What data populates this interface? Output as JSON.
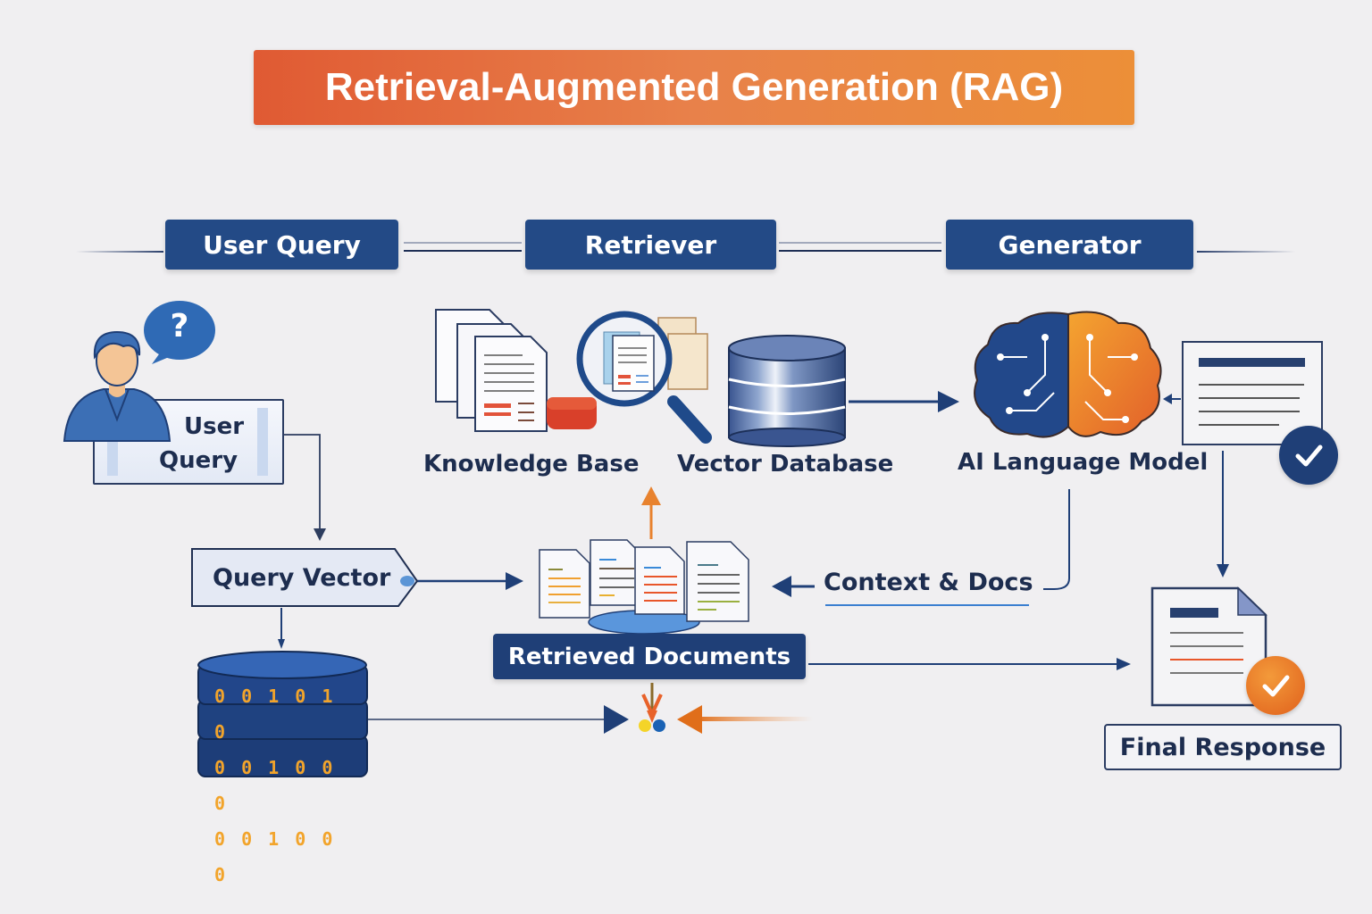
{
  "title": "Retrieval-Augmented Generation (RAG)",
  "stages": [
    {
      "label": "User Query"
    },
    {
      "label": "Retriever"
    },
    {
      "label": "Generator"
    }
  ],
  "nodes": {
    "user_query": {
      "label_line1": "User",
      "label_line2": "Query",
      "bubble_symbol": "?"
    },
    "query_vector": {
      "label": "Query Vector"
    },
    "knowledge_base": {
      "label": "Knowledge Base"
    },
    "vector_database": {
      "label": "Vector Database"
    },
    "ai_language_model": {
      "label": "AI Language Model"
    },
    "retrieved_documents": {
      "label": "Retrieved Documents"
    },
    "context_docs": {
      "label": "Context & Docs"
    },
    "final_response": {
      "label": "Final Response"
    },
    "binary_store": {
      "rows": [
        "0 0 1 0 1 0",
        "0 0 1 0 0 0",
        "0 0 1 0 0 0"
      ]
    }
  },
  "colors": {
    "title_gradient_start": "#e05a33",
    "title_gradient_end": "#ec8f38",
    "primary_navy": "#234a86",
    "text_dark": "#1d2d4f",
    "accent_orange": "#e8782c",
    "accent_blue": "#3a7fd0",
    "background": "#f0eff1"
  }
}
